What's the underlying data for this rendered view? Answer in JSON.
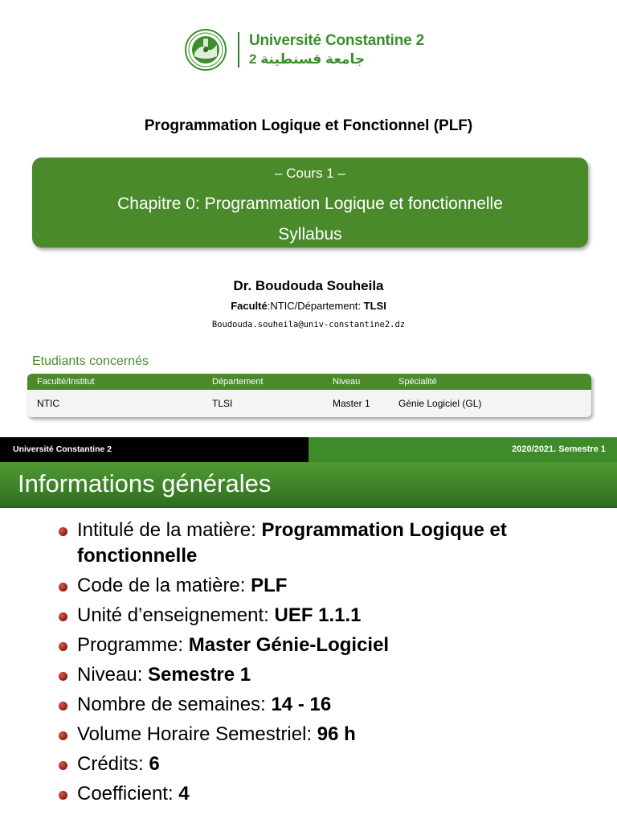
{
  "slide1": {
    "logo": {
      "name_fr": "Université Constantine 2",
      "name_ar": "جامعة قسنطينة 2",
      "brand_color": "#3b8f2a"
    },
    "course_title": "Programmation Logique et Fonctionnel (PLF)",
    "header_box": {
      "cours": "– Cours 1 –",
      "chapter": "Chapitre 0: Programmation Logique et fonctionnelle",
      "subtitle": "Syllabus",
      "color": "#4a8a2a"
    },
    "author": "Dr. Boudouda Souheila",
    "faculty_label": "Faculté",
    "faculty_value": ":NTIC/Département: ",
    "department": "TLSI",
    "email": "Boudouda.souheila@univ-constantine2.dz",
    "students_title": "Etudiants concernés",
    "table": {
      "headers": [
        "Faculté/Institut",
        "Département",
        "Niveau",
        "Spécialité"
      ],
      "row": [
        "NTIC",
        "TLSI",
        "Master 1",
        "Génie Logiciel (GL)"
      ]
    }
  },
  "slide2": {
    "topbar_left": "Université Constantine 2",
    "topbar_right": "2020/2021. Semestre 1",
    "title": "Informations générales",
    "bullets": [
      {
        "label": "Intitulé de la matière: ",
        "value": "Programmation Logique et fonctionnelle"
      },
      {
        "label": "Code de la matière: ",
        "value": "PLF"
      },
      {
        "label": "Unité d’enseignement: ",
        "value": "UEF 1.1.1"
      },
      {
        "label": "Programme: ",
        "value": "Master Génie-Logiciel"
      },
      {
        "label": "Niveau: ",
        "value": "Semestre 1"
      },
      {
        "label": "Nombre de semaines: ",
        "value": "14 - 16"
      },
      {
        "label": "Volume Horaire Semestriel: ",
        "value": "96 h"
      },
      {
        "label": "Crédits: ",
        "value": "6"
      },
      {
        "label": "Coefficient: ",
        "value": "4"
      }
    ],
    "bullet_color": "#a0241a"
  }
}
